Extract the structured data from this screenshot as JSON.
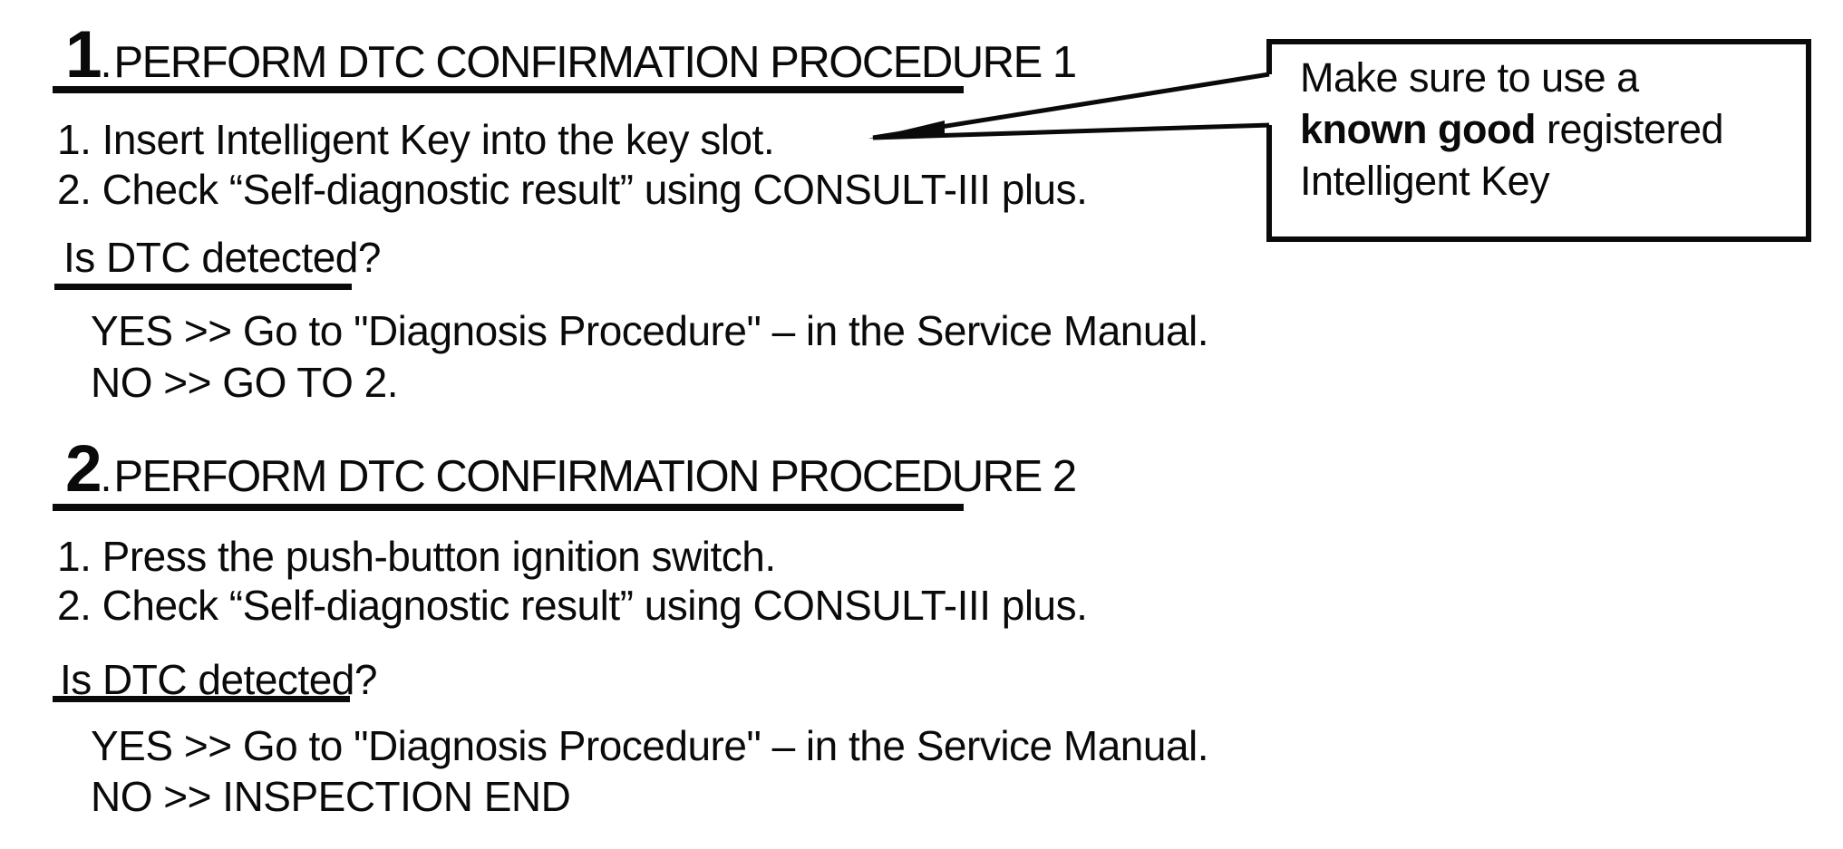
{
  "page": {
    "background_color": "#ffffff",
    "text_color": "#0a0a0a"
  },
  "callout": {
    "line1": "Make sure to use a",
    "line2_bold": "known good",
    "line2_rest": " registered",
    "line3": "Intelligent Key"
  },
  "sections": [
    {
      "number": "1",
      "dot": ".",
      "title": "PERFORM DTC CONFIRMATION PROCEDURE 1",
      "steps": [
        "1. Insert Intelligent Key into the key slot.",
        "2. Check “Self-diagnostic result” using CONSULT-III plus."
      ],
      "question": "Is DTC detected?",
      "answers": [
        "YES >> Go to \"Diagnosis Procedure\" – in the Service Manual.",
        "NO >> GO TO 2."
      ]
    },
    {
      "number": "2",
      "dot": ".",
      "title": "PERFORM DTC CONFIRMATION PROCEDURE 2",
      "steps": [
        "1. Press the push-button ignition switch.",
        "2. Check “Self-diagnostic result” using CONSULT-III plus."
      ],
      "question": "Is DTC detected?",
      "answers": [
        "YES >> Go to \"Diagnosis Procedure\" – in the Service Manual.",
        "NO >> INSPECTION END"
      ]
    }
  ]
}
